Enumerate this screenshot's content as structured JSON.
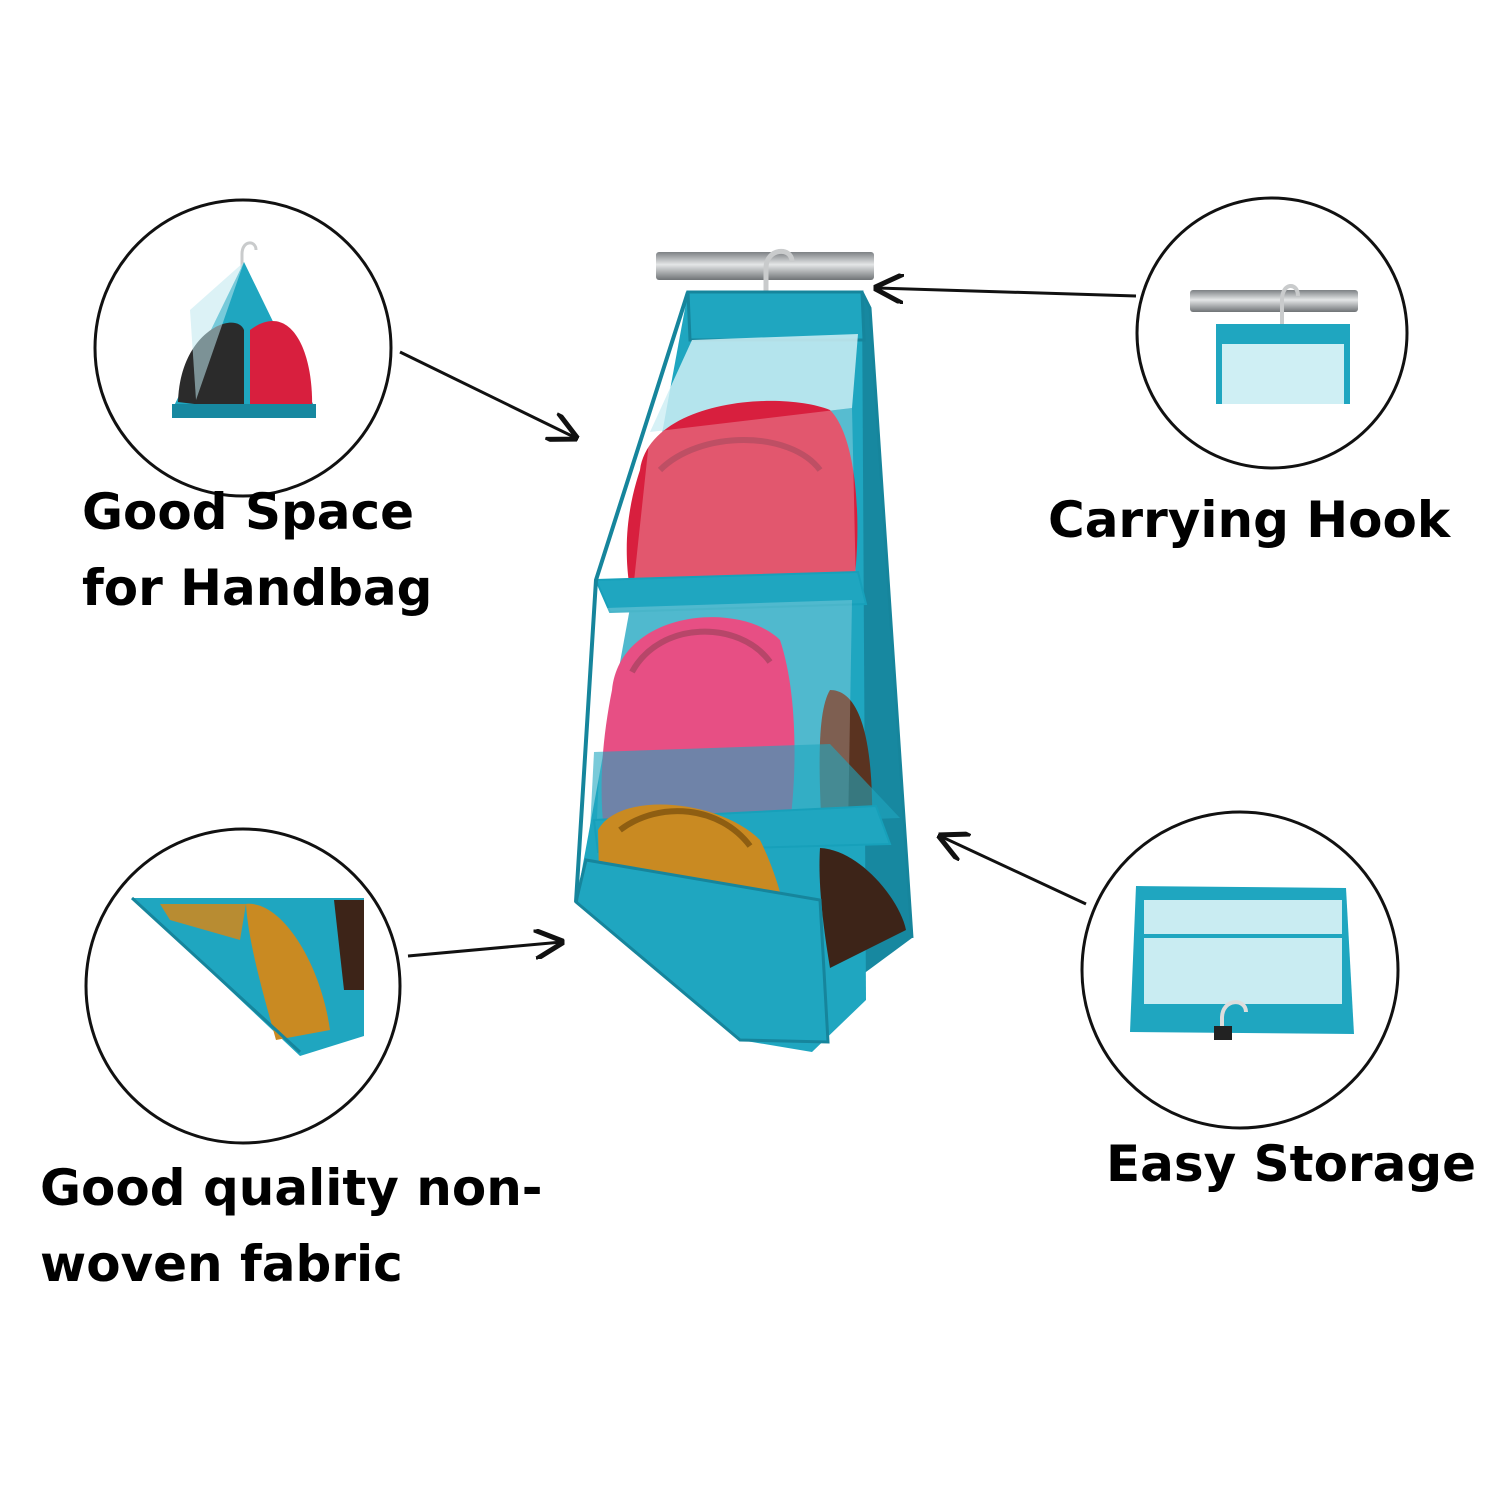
{
  "captions": {
    "space_line1": "Good Space",
    "space_line2": "for Handbag",
    "hook": "Carrying Hook",
    "fabric_line1": "Good quality non-",
    "fabric_line2": "woven fabric",
    "storage": "Easy Storage"
  },
  "colors": {
    "organizer_teal": "#1fa6c0",
    "organizer_teal_dark": "#1788a0",
    "clear_panel": "#c9ecf2",
    "bag_red": "#d81f3e",
    "bag_pink": "#e01e62",
    "bag_mustard": "#c98a22",
    "bag_brown": "#5a3320",
    "rod_steel": "#a9acae",
    "outline": "#111111"
  },
  "icons": {
    "main": "hanging-handbag-organizer",
    "callout_top_left": "two-sided-organizer-thumbnail",
    "callout_top_right": "hanger-hook-thumbnail",
    "callout_bottom_left": "fabric-pocket-thumbnail",
    "callout_bottom_right": "folded-organizer-thumbnail"
  }
}
